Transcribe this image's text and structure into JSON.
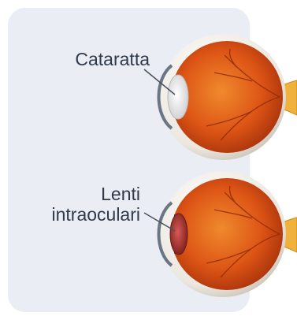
{
  "labels": {
    "cataract": "Cataratta",
    "iol_line1": "Lenti",
    "iol_line2": "intraoculari"
  },
  "colors": {
    "panel": "#eaedf3",
    "text": "#2f3a4a",
    "sclera": "#f2efe9",
    "retina": "#d94f14",
    "nerve": "#f0b23a",
    "cloudy_lens": "#e8e8e8",
    "implant_lens": "#a0302c"
  }
}
